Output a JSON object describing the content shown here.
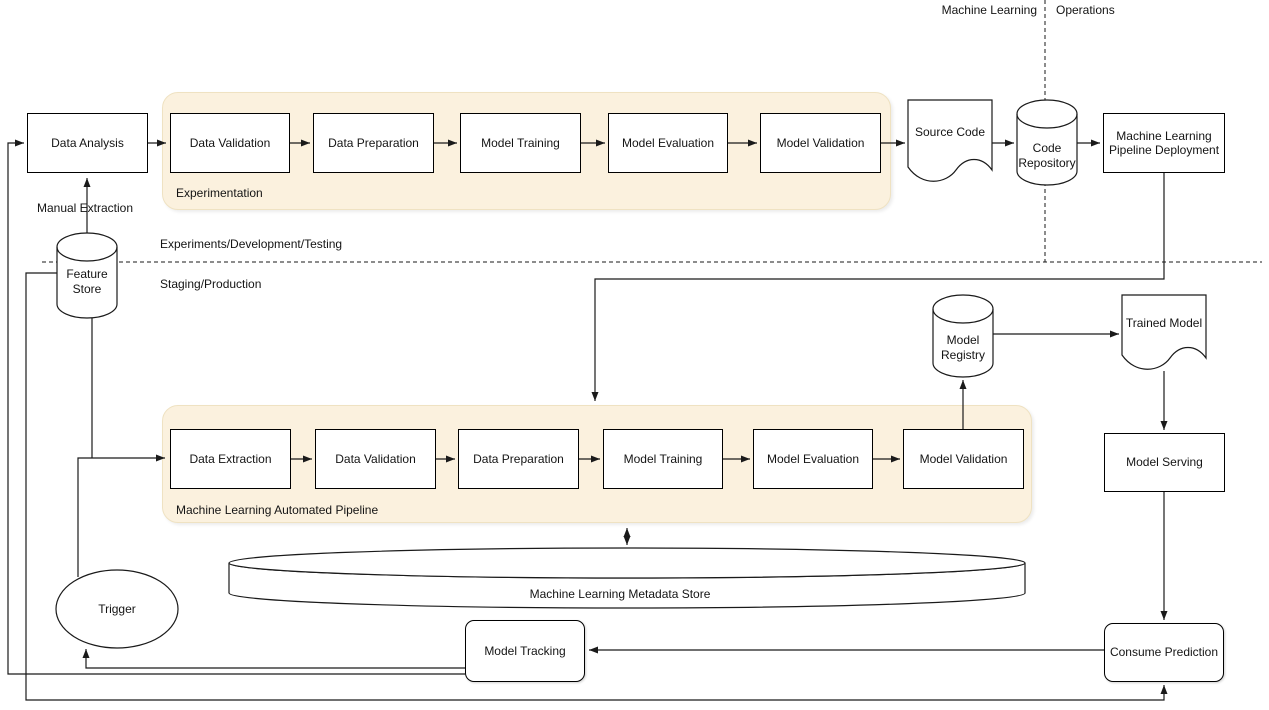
{
  "top_labels": {
    "machine_learning": "Machine Learning",
    "operations": "Operations"
  },
  "regions": {
    "experimentation": "Experimentation",
    "automated_pipeline": "Machine Learning Automated Pipeline",
    "experiments_env": "Experiments/Development/Testing",
    "staging_env": "Staging/Production"
  },
  "annotations": {
    "manual_extraction": "Manual Extraction"
  },
  "nodes": {
    "data_analysis": "Data Analysis",
    "exp_data_validation": "Data Validation",
    "exp_data_preparation": "Data Preparation",
    "exp_model_training": "Model Training",
    "exp_model_evaluation": "Model Evaluation",
    "exp_model_validation": "Model Validation",
    "source_code": "Source Code",
    "code_repository": "Code Repository",
    "ml_pipeline_deployment": "Machine Learning Pipeline Deployment",
    "feature_store": "Feature Store",
    "trigger": "Trigger",
    "auto_data_extraction": "Data Extraction",
    "auto_data_validation": "Data Validation",
    "auto_data_preparation": "Data Preparation",
    "auto_model_training": "Model Training",
    "auto_model_evaluation": "Model Evaluation",
    "auto_model_validation": "Model Validation",
    "model_registry": "Model Registry",
    "trained_model": "Trained Model",
    "model_serving": "Model Serving",
    "metadata_store": "Machine Learning Metadata Store",
    "model_tracking": "Model Tracking",
    "consume_prediction": "Consume Prediction"
  },
  "colors": {
    "container_fill": "#FBF1DE",
    "container_border": "#EFE2C2",
    "line": "#1a1a1a",
    "shape_fill": "#ffffff"
  }
}
